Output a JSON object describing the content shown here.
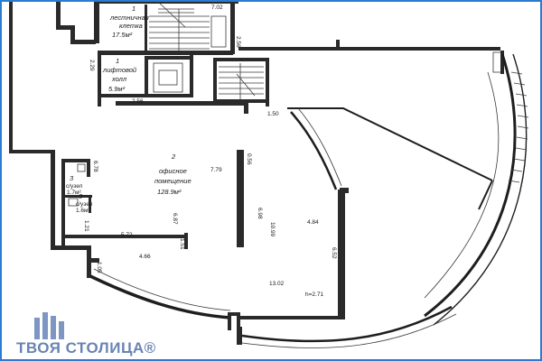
{
  "rooms": [
    {
      "number": "1",
      "name_line1": "лестничная",
      "name_line2": "клетка",
      "area": "17.5м²"
    },
    {
      "number": "1",
      "name_line1": "лифтовой",
      "name_line2": "холл",
      "area": "5.9м²"
    },
    {
      "number": "2",
      "name_line1": "офисное",
      "name_line2": "помещение",
      "area": "128.9м²"
    },
    {
      "number": "3",
      "name_line1": "с/узел",
      "name_line2": "",
      "area": "1.7м²"
    },
    {
      "number": "3",
      "name_line1": "с/узел",
      "name_line2": "",
      "area": "1.6м²"
    }
  ],
  "dimensions": {
    "d702": "7.02",
    "d256a": "2.56",
    "d229": "2.29",
    "d256b": "2.56",
    "d150a": "1.50",
    "d678": "6.78",
    "d779": "7.79",
    "d956": "0.56",
    "d698": "6.98",
    "d1099": "10.99",
    "d484": "4.84",
    "d652": "6.52",
    "d572": "5.72",
    "d687": "6.87",
    "d121": "1.21",
    "d151": "1.51",
    "d466": "4.66",
    "d105": "1.05",
    "d1302": "13.02",
    "height": "h=2.71"
  },
  "watermark": {
    "text": "ТВОЯ СТОЛИЦА®"
  },
  "colors": {
    "walls": "#2a2a2a",
    "watermark": "#4f6fa6",
    "frame": "#2a7bd1"
  }
}
